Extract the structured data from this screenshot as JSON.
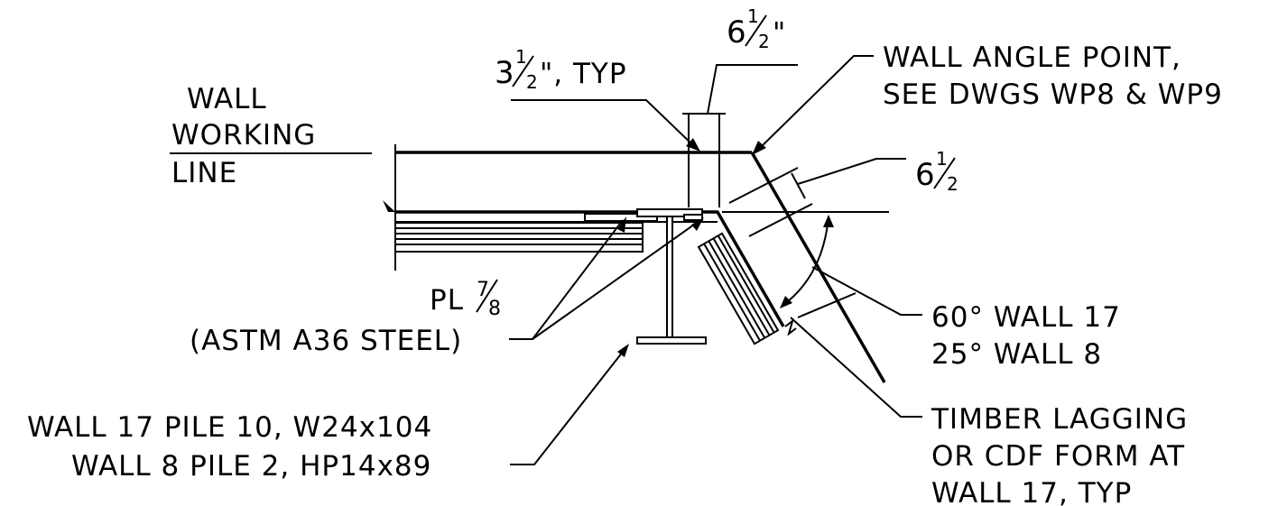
{
  "labels": {
    "wall_working_line": [
      "WALL",
      "WORKING",
      "LINE"
    ],
    "typ_dimension": {
      "whole": "3",
      "num": "1",
      "den": "2",
      "suffix": "\", TYP"
    },
    "top_dimension": {
      "whole": "6",
      "num": "1",
      "den": "2",
      "suffix": "\""
    },
    "angle_point": [
      "WALL ANGLE POINT,",
      "SEE DWGS WP8 & WP9"
    ],
    "side_dimension": {
      "whole": "6",
      "num": "1",
      "den": "2"
    },
    "plate": {
      "symbol": "PL",
      "num": "7",
      "den": "8",
      "material": "(ASTM A36 STEEL)"
    },
    "angles": [
      "60° WALL 17",
      "25° WALL 8"
    ],
    "lagging": [
      "TIMBER LAGGING",
      "OR CDF FORM AT",
      "WALL 17, TYP"
    ],
    "piles": [
      "WALL 17 PILE 10, W24x104",
      "WALL 8 PILE 2, HP14x89"
    ]
  },
  "colors": {
    "ink": "#000000",
    "background": "#ffffff"
  }
}
